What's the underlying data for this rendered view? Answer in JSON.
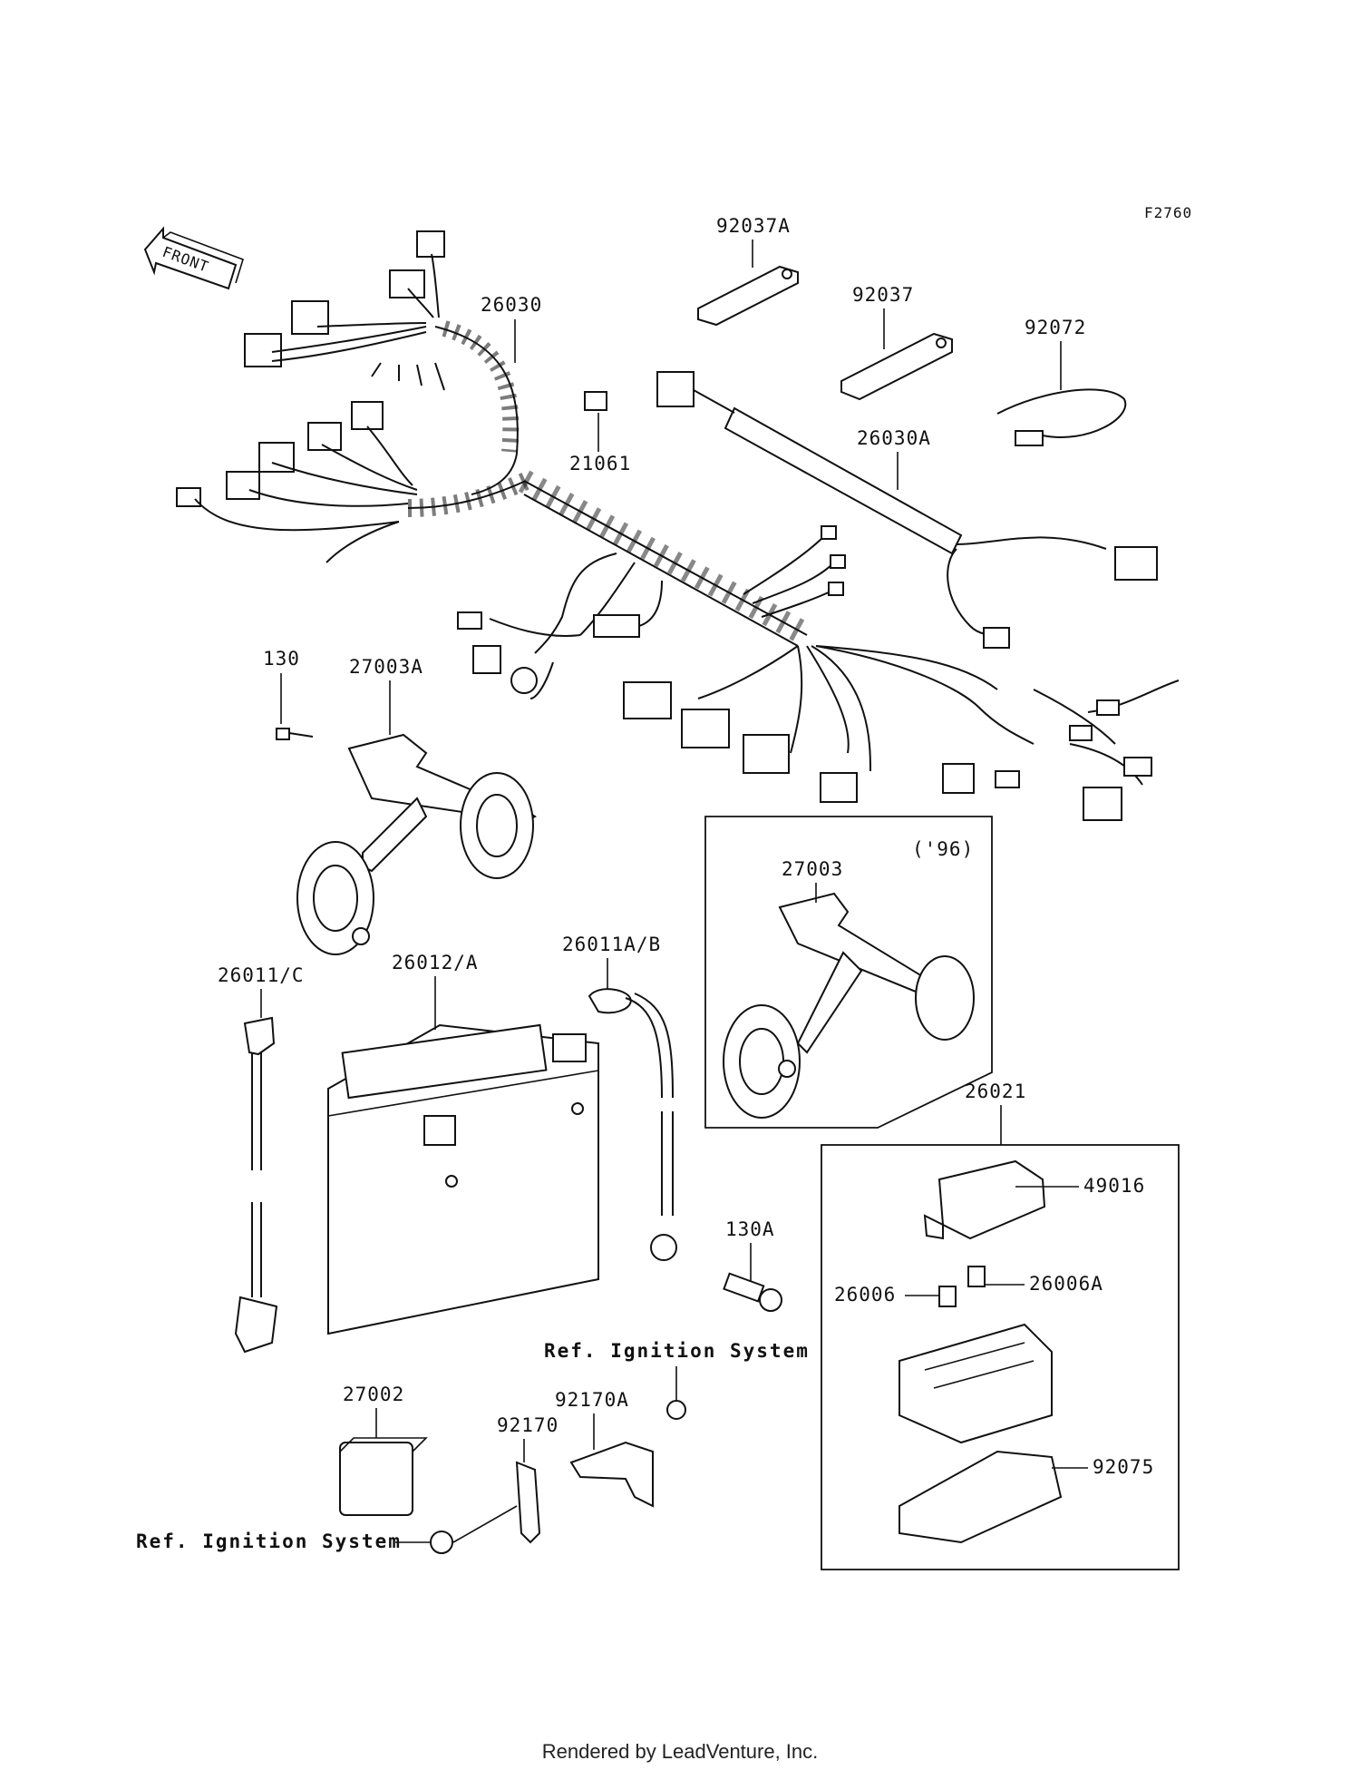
{
  "figure_code": "F2760",
  "front_label": "FRONT",
  "model_year_note": "('96)",
  "part_labels": {
    "p26030": "26030",
    "p26030A": "26030A",
    "p92037A": "92037A",
    "p92037": "92037",
    "p92072": "92072",
    "p21061": "21061",
    "p130": "130",
    "p27003A": "27003A",
    "p27003": "27003",
    "p26011AB": "26011A/B",
    "p26011C": "26011/C",
    "p26012A": "26012/A",
    "p26021": "26021",
    "p49016": "49016",
    "p26006": "26006",
    "p26006A": "26006A",
    "p92075": "92075",
    "p130A": "130A",
    "p27002": "27002",
    "p92170": "92170",
    "p92170A": "92170A"
  },
  "references": {
    "ignition_top": "Ref. Ignition System",
    "ignition_bottom": "Ref. Ignition System"
  },
  "footer": "Rendered by LeadVenture, Inc."
}
